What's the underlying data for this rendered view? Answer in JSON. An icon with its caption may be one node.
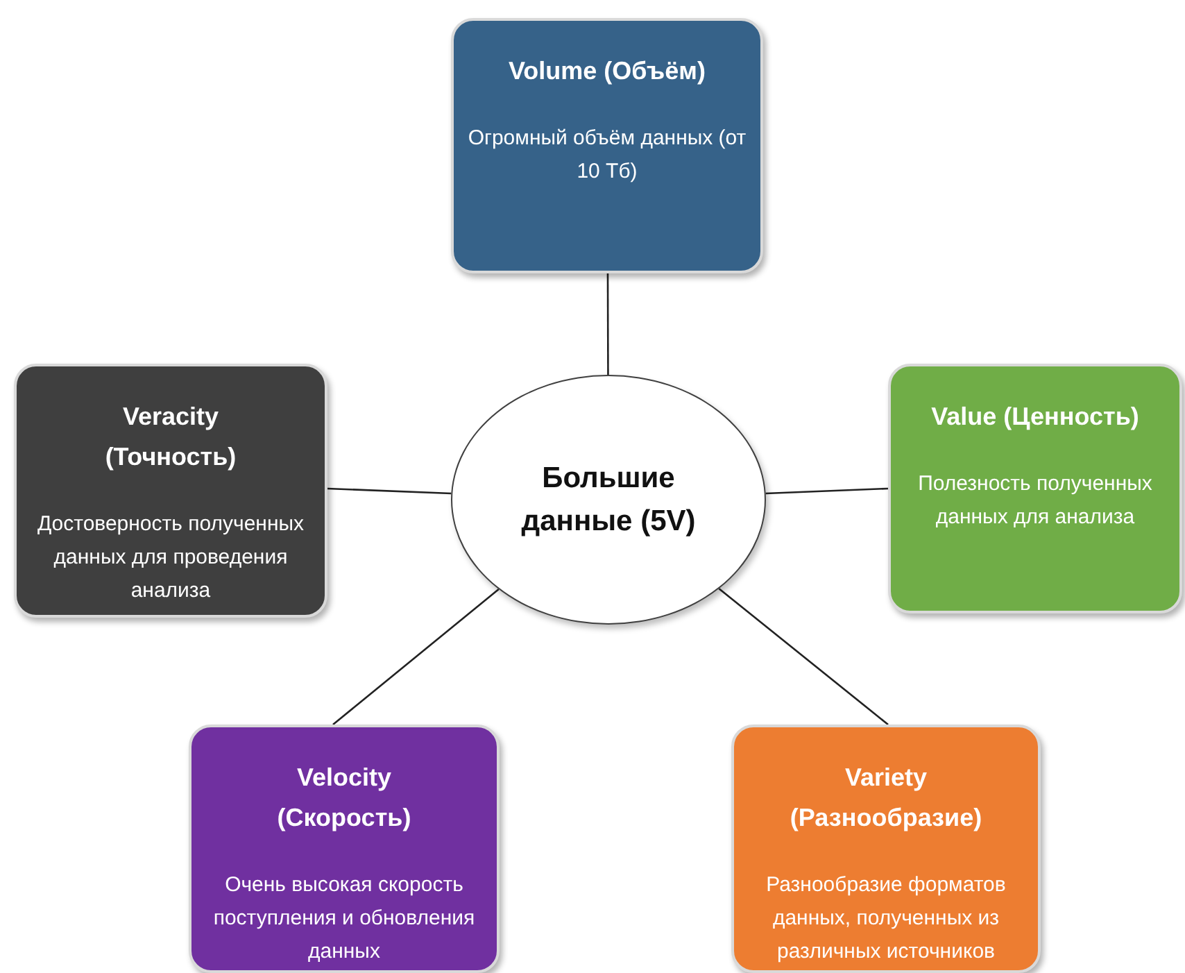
{
  "diagram": {
    "nodes": [
      {
        "text": [
          "Большие данные (5V)"
        ]
      },
      {
        "text": [
          "Volume (Объём)",
          "Огромный объём данных (от 10 Тб)"
        ]
      },
      {
        "text": [
          "Value (Ценность)",
          "Полезность полученных данных для анализа"
        ]
      },
      {
        "text": [
          "Variety (Разнообразие)",
          "Разнообразие форматов данных, полученных из различных источников"
        ]
      },
      {
        "text": [
          "Velocity (Скорость)",
          "Очень высокая скорость поступления и обновления данных"
        ]
      },
      {
        "text": [
          "Veracity (Точность)",
          "Достоверность полученных данных для проведения анализа"
        ]
      }
    ],
    "edges": [
      {
        "from": 0,
        "to": 1,
        "arrow": "none"
      },
      {
        "from": 0,
        "to": 2,
        "arrow": "none"
      },
      {
        "from": 0,
        "to": 3,
        "arrow": "none"
      },
      {
        "from": 0,
        "to": 4,
        "arrow": "none"
      },
      {
        "from": 0,
        "to": 5,
        "arrow": "none"
      }
    ]
  }
}
